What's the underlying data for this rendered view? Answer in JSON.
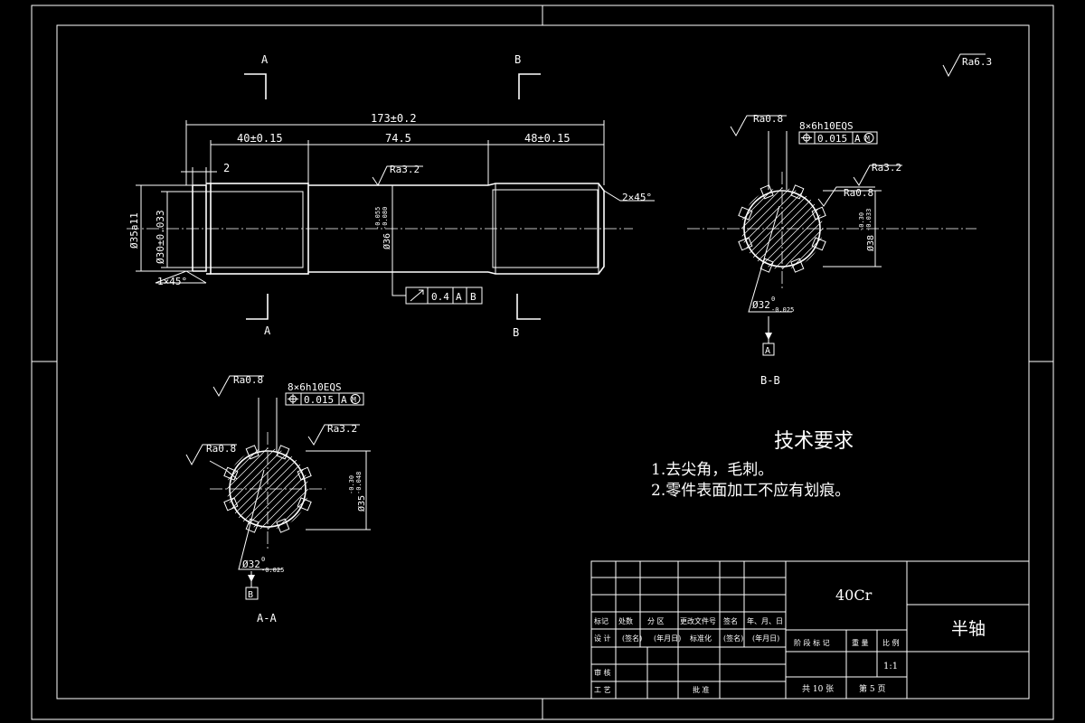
{
  "drawing": {
    "section_marks": {
      "a": "A",
      "b": "B"
    },
    "dimensions": {
      "overall": "173±0.2",
      "left_len": "40±0.15",
      "mid_len": "74.5",
      "right_len": "48±0.15",
      "step": "2",
      "dia_left": "Ø35a11",
      "dia_inner": "Ø30±0.033",
      "dia_mid": "Ø36",
      "dia_mid_tol_top": "-0.055",
      "dia_mid_tol_bot": "-0.080",
      "chamfer_right": "2×45°",
      "chamfer_left": "1×45°"
    },
    "roughness": {
      "global": "Ra6.3",
      "ra32": "Ra3.2",
      "ra08": "Ra0.8"
    },
    "tolerance_frame": {
      "value": "0.4",
      "datum1": "A",
      "datum2": "B"
    },
    "section_bb": {
      "label": "B-B",
      "spline": "8×6h10EQS",
      "position_tol": "0.015",
      "datum_ref": "A",
      "modifier": "M",
      "dia_outer": "Ø38",
      "dia_outer_tol_top": "-0.30",
      "dia_outer_tol_bot": "-0.033",
      "dia_inner": "Ø32",
      "dia_inner_tol_top": "0",
      "dia_inner_tol_bot": "-0.025",
      "datum_tag": "A"
    },
    "section_aa": {
      "label": "A-A",
      "spline": "8×6h10EQS",
      "position_tol": "0.015",
      "datum_ref": "A",
      "modifier": "M",
      "dia_outer": "Ø35",
      "dia_outer_tol_top": "-0.30",
      "dia_outer_tol_bot": "-0.048",
      "dia_inner": "Ø32",
      "dia_inner_tol_top": "0",
      "dia_inner_tol_bot": "-0.025",
      "datum_tag": "B"
    }
  },
  "requirements": {
    "title": "技术要求",
    "items": [
      "1.去尖角，毛刺。",
      "2.零件表面加工不应有划痕。"
    ]
  },
  "title_block": {
    "material": "40Cr",
    "part_name": "半轴",
    "rev_headers": [
      "标记",
      "处数",
      "分 区",
      "更改文件号",
      "签名",
      "年、月、日"
    ],
    "design_label": "设 计",
    "sign_label": "(签名)",
    "date_label": "(年月日)",
    "std_label": "标准化",
    "sign2_label": "(签名)",
    "date2_label": "(年月日)",
    "review_label": "审 核",
    "process_label": "工 艺",
    "approve_label": "批 准",
    "stage_headers": [
      "阶 段 标 记",
      "重 量",
      "比 例"
    ],
    "scale": "1:1",
    "sheets_total": "共 10 张",
    "sheet_no": "第 5 页"
  }
}
